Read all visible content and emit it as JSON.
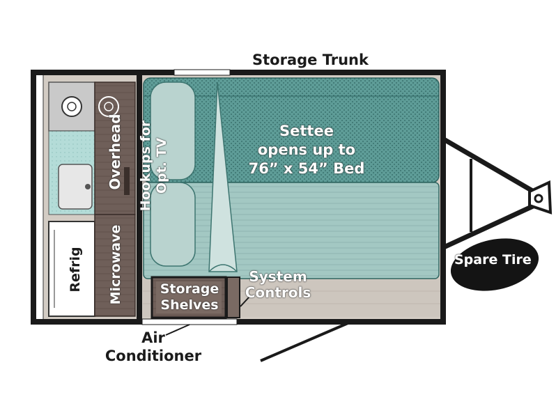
{
  "labels": {
    "storage_trunk": "Storage Trunk",
    "settee_1": "Settee",
    "settee_2": "opens up to",
    "settee_3": "76” x 54” Bed",
    "hookups_1": "Hookups for",
    "hookups_2": "Opt. TV",
    "overhead": "Overhead",
    "refrig": "Refrig",
    "microwave": "Microwave",
    "storage_shelves_1": "Storage",
    "storage_shelves_2": "Shelves",
    "system_controls_1": "System",
    "system_controls_2": "Controls",
    "air_conditioner_1": "Air",
    "air_conditioner_2": "Conditioner",
    "spare_tire": "Spare Tire"
  },
  "colors": {
    "wall": "#1a1a1a",
    "settee_fabric": "#5e9c97",
    "settee_fabric_light": "#9cc3be",
    "floor": "#cfc8c0",
    "cabinet": "#6e5e58",
    "counter": "#a8d8d4",
    "tire": "#141414"
  }
}
